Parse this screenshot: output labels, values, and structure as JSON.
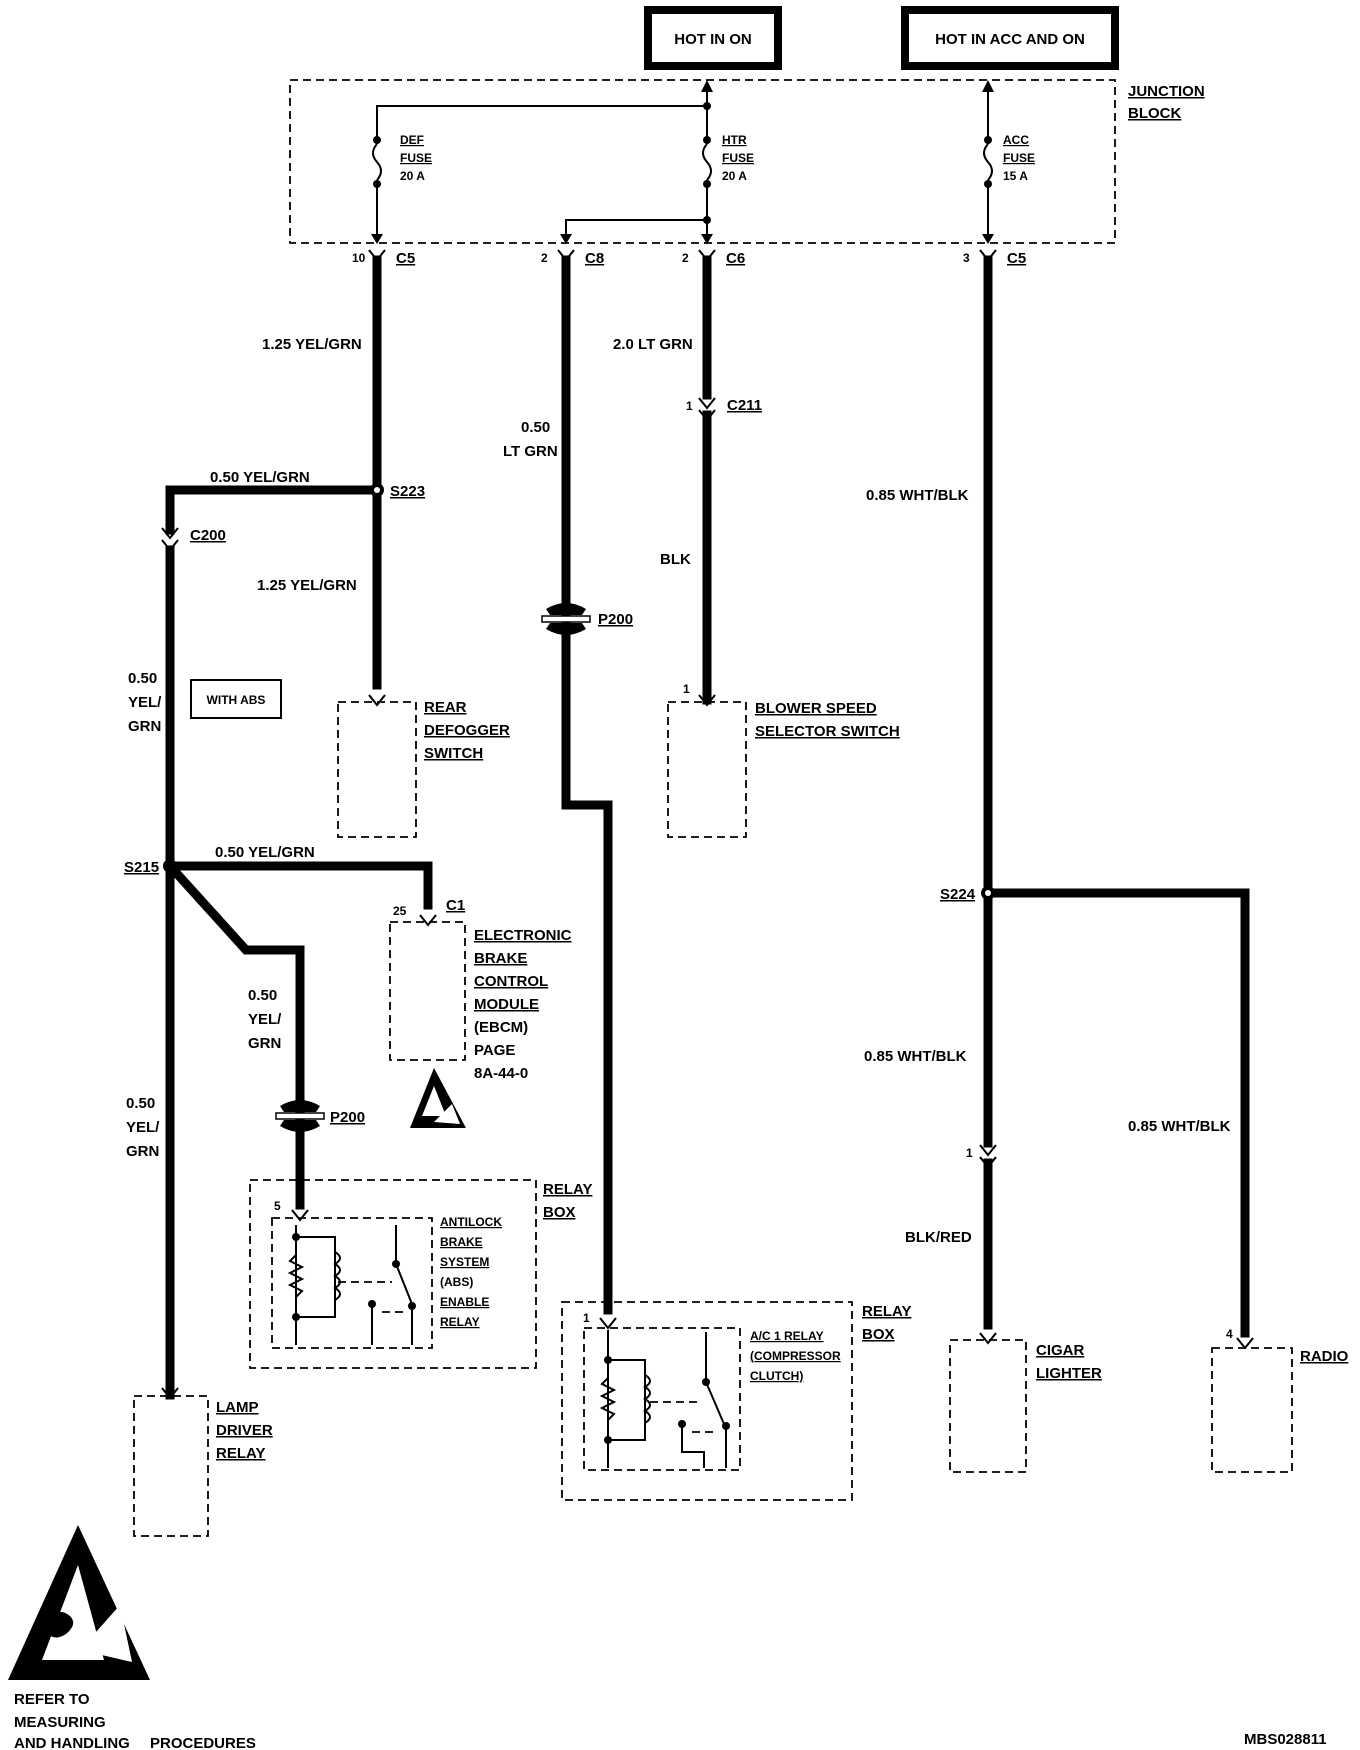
{
  "sources": {
    "hot_on": "HOT IN ON",
    "hot_acc_on": "HOT IN ACC AND ON"
  },
  "junction_block": {
    "line1": "JUNCTION",
    "line2": "BLOCK"
  },
  "fuses": {
    "def": {
      "l1": "DEF",
      "l2": "FUSE",
      "l3": "20 A"
    },
    "htr": {
      "l1": "HTR",
      "l2": "FUSE",
      "l3": "20 A"
    },
    "acc": {
      "l1": "ACC",
      "l2": "FUSE",
      "l3": "15 A"
    }
  },
  "connectors": {
    "c5a": {
      "pin": "10",
      "name": "C5"
    },
    "c8": {
      "pin": "2",
      "name": "C8"
    },
    "c6": {
      "pin": "2",
      "name": "C6"
    },
    "c5b": {
      "pin": "3",
      "name": "C5"
    },
    "c211": {
      "pin": "1",
      "name": "C211"
    },
    "c200": {
      "name": "C200"
    },
    "c1": {
      "pin": "25",
      "name": "C1"
    },
    "cig_pin": "1",
    "blower_pin": "1",
    "relay_abs_pin": "5",
    "relay_ac_pin": "1",
    "radio_pin": "4"
  },
  "splices": {
    "s223": "S223",
    "s215": "S215",
    "s224": "S224",
    "p200a": "P200",
    "p200b": "P200"
  },
  "wires": {
    "w1": "1.25 YEL/GRN",
    "w2": "0.50 YEL/GRN",
    "w3": "1.25 YEL/GRN",
    "w4a": "0.50",
    "w4b": "YEL/",
    "w4c": "GRN",
    "w5": "0.50 YEL/GRN",
    "w6a": "0.50",
    "w6b": "YEL/",
    "w6c": "GRN",
    "w7a": "0.50",
    "w7b": "YEL/",
    "w7c": "GRN",
    "w8a": "0.50",
    "w8b": "LT GRN",
    "w9": "2.0 LT GRN",
    "w10": "BLK",
    "w11": "0.85 WHT/BLK",
    "w12": "0.85 WHT/BLK",
    "w13": "0.85 WHT/BLK",
    "w14": "BLK/RED"
  },
  "with_abs": "WITH ABS",
  "components": {
    "rear_defogger": [
      "REAR",
      "DEFOGGER",
      "SWITCH"
    ],
    "blower": [
      "BLOWER SPEED",
      "SELECTOR SWITCH"
    ],
    "ebcm": [
      "ELECTRONIC",
      "BRAKE",
      "CONTROL",
      "MODULE",
      "(EBCM)",
      "PAGE",
      "8A-44-0"
    ],
    "relay_box_abs": [
      "RELAY",
      "BOX"
    ],
    "abs_relay": [
      "ANTILOCK",
      "BRAKE",
      "SYSTEM",
      "(ABS)",
      "ENABLE",
      "RELAY"
    ],
    "relay_box_ac": [
      "RELAY",
      "BOX"
    ],
    "ac_relay": [
      "A/C 1 RELAY",
      "(COMPRESSOR",
      "CLUTCH)"
    ],
    "lamp_driver": [
      "LAMP",
      "DRIVER",
      "RELAY"
    ],
    "cigar": [
      "CIGAR",
      "LIGHTER"
    ],
    "radio": [
      "RADIO"
    ]
  },
  "esd_note": [
    "REFER TO",
    "MEASURING",
    "AND HANDLING",
    "PROCEDURES"
  ],
  "figure_id": "MBS028811"
}
